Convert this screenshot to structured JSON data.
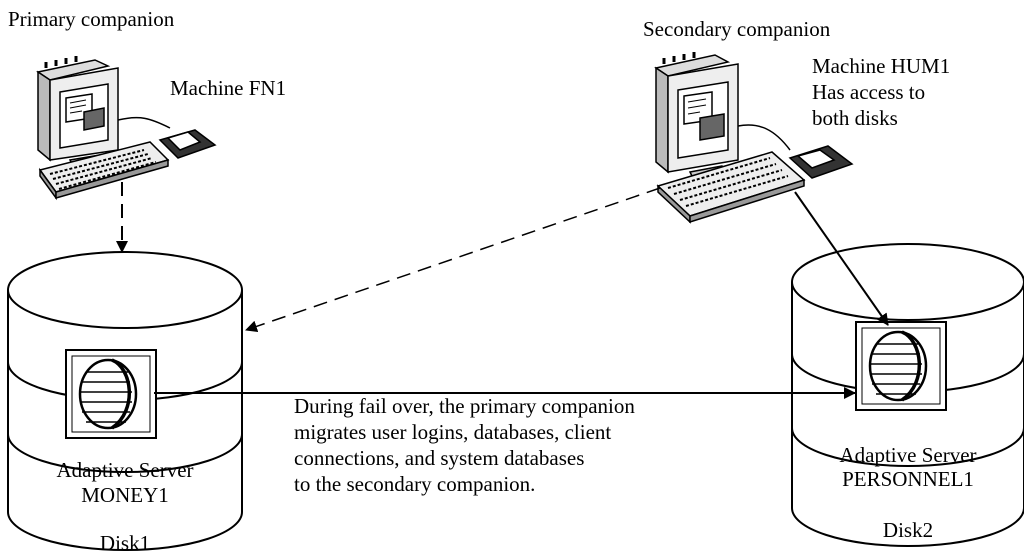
{
  "primary": {
    "heading": "Primary companion",
    "machine": "Machine FN1"
  },
  "secondary": {
    "heading": "Secondary companion",
    "machine_lines": [
      "Machine HUM1",
      "Has access to",
      "both disks"
    ]
  },
  "disk1": {
    "server_lines": [
      "Adaptive Server",
      "MONEY1"
    ],
    "disk_label": "Disk1"
  },
  "disk2": {
    "server_lines": [
      "Adaptive Server",
      "PERSONNEL1"
    ],
    "disk_label": "Disk2"
  },
  "failover_note_lines": [
    "During fail over, the primary companion",
    "migrates user logins, databases, client",
    "connections, and system databases",
    "to the secondary companion."
  ]
}
